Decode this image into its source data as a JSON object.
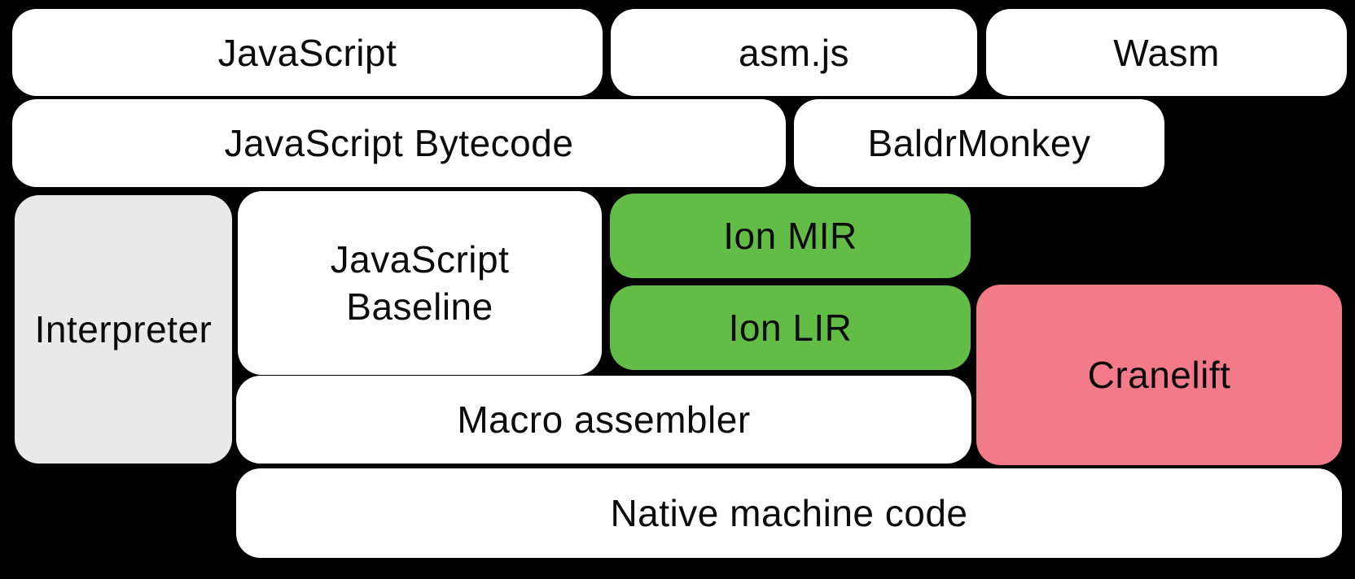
{
  "colors": {
    "background": "#000000",
    "text": "#0b0b0b",
    "white_box": "#ffffff",
    "gray_box": "#e9e9e9",
    "green_box": "#62bc46",
    "pink_box": "#f37a88"
  },
  "diagram": {
    "nodes": {
      "javascript": {
        "label": "JavaScript"
      },
      "asmjs": {
        "label": "asm.js"
      },
      "wasm": {
        "label": "Wasm"
      },
      "bytecode": {
        "label": "JavaScript Bytecode"
      },
      "baldrmonkey": {
        "label": "BaldrMonkey"
      },
      "interpreter": {
        "label": "Interpreter"
      },
      "baseline": {
        "label": "JavaScript\nBaseline"
      },
      "ionmir": {
        "label": "Ion MIR"
      },
      "ionlir": {
        "label": "Ion LIR"
      },
      "cranelift": {
        "label": "Cranelift"
      },
      "macroasm": {
        "label": "Macro assembler"
      },
      "nativecode": {
        "label": "Native machine code"
      }
    }
  }
}
